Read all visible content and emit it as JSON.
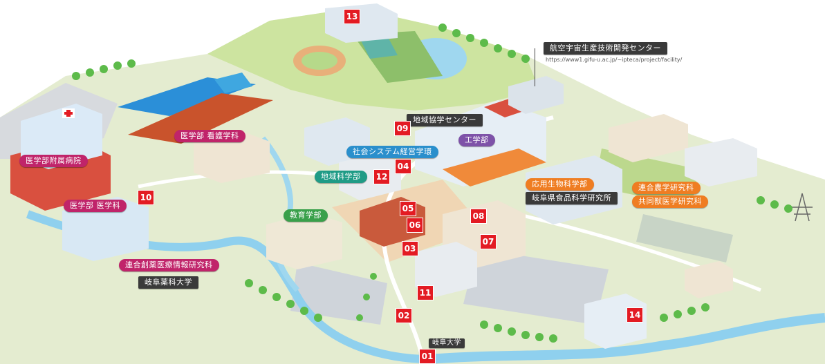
{
  "labels": {
    "hospital": "医学部附属病院",
    "nursing": "医学部 看護学科",
    "medicine": "医学部 医学科",
    "rengo_iyaku": "連合創薬医療情報研究科",
    "yakka": "岐阜薬科大学",
    "regional_center": "地域協学センター",
    "social_system": "社会システム経営学環",
    "regional_science": "地域科学部",
    "education": "教育学部",
    "engineering": "工学部",
    "applied_bio": "応用生物科学部",
    "food_science": "岐阜県食品科学研究所",
    "rengo_agri": "連合農学研究科",
    "vet": "共同獣医学研究科",
    "aerospace": "航空宇宙生産技術開発センター",
    "aerospace_url": "https://www1.gifu-u.ac.jp/~ipteca/project/facility/",
    "gifu_univ": "岐阜大学"
  },
  "markers": {
    "m01": "01",
    "m02": "02",
    "m03": "03",
    "m04": "04",
    "m05": "05",
    "m06": "06",
    "m07": "07",
    "m08": "08",
    "m09": "09",
    "m10": "10",
    "m11": "11",
    "m12": "12",
    "m13": "13",
    "m14": "14"
  },
  "colors": {
    "medicine": "#c0246a",
    "engineering": "#7e52a8",
    "education": "#39a04a",
    "regional": "#1f9b86",
    "social": "#2a8fcc",
    "agriculture": "#ef7d22",
    "marker": "#e31b23",
    "river": "#8fd0ee",
    "ground": "#dfe9c8",
    "lawn": "#cfe6a6"
  }
}
